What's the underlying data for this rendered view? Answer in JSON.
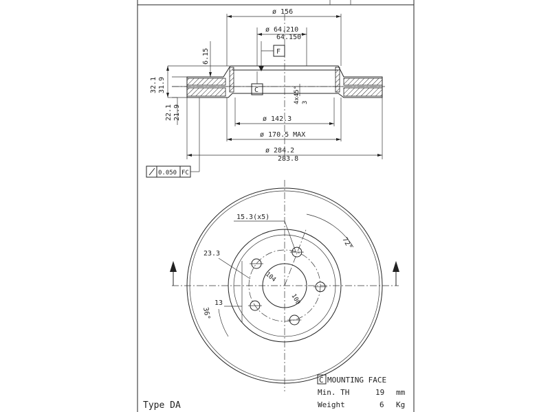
{
  "section": {
    "dia_156": "ø 156",
    "dia_64_210": "ø 64.210",
    "dia_64_150": "64.150",
    "ref_f": "F",
    "ref_c": "C",
    "dim_6_15": "6.15",
    "dim_32_1": "32.1",
    "dim_31_9": "31.9",
    "dim_22_1": "22.1",
    "dim_21_9": "21.9",
    "chamfer": "4x45°",
    "chamfer_3": "3",
    "dia_142_3": "ø 142.3",
    "dia_170_5": "ø 170.5 MAX",
    "dia_284_2": "ø 284.2",
    "dia_283_8": "283.8",
    "tolerance_value": "0.050",
    "tolerance_ref": "FC"
  },
  "face": {
    "hole_label": "15.3(x5)",
    "angle_72": "72°",
    "dim_23_3": "23.3",
    "dim_104": "104",
    "dim_100": "100",
    "dim_13": "13",
    "angle_36": "36°"
  },
  "notes": {
    "mounting_ref": "C",
    "mounting_face": "MOUNTING FACE",
    "min_th_label": "Min. TH",
    "min_th_value": "19",
    "min_th_unit": "mm",
    "weight_label": "Weight",
    "weight_value": "6",
    "weight_unit": "Kg",
    "type_label": "Type DA"
  },
  "colors": {
    "line": "#222222",
    "background": "#ffffff"
  }
}
